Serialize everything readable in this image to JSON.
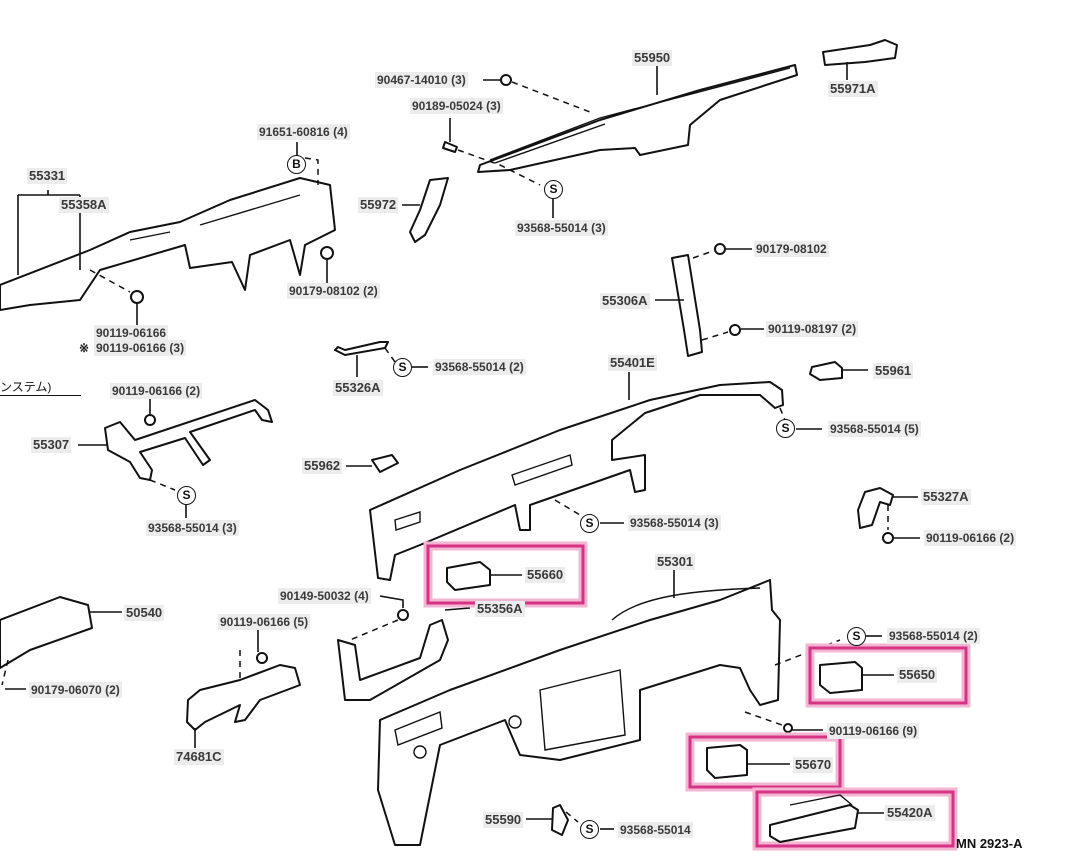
{
  "diagram": {
    "title": "Instrument Panel & Safety Pad Parts",
    "figure_code": "MN 2923-A",
    "note_fragment": "ンステム)",
    "highlight_color": "#d63384",
    "labels": {
      "p55331": "55331",
      "p55358A": "55358A",
      "p91651": "91651-60816 (4)",
      "p90179_08102_2": "90179-08102 (2)",
      "p90119_06166_a": "90119-06166",
      "p90119_06166_3": "90119-06166 (3)",
      "asterisk": "※",
      "p90467": "90467-14010 (3)",
      "p90189": "90189-05024 (3)",
      "p55950": "55950",
      "p55972": "55972",
      "p93568_3_top": "93568-55014 (3)",
      "p55971A": "55971A",
      "p90179_08102": "90179-08102",
      "p55306A": "55306A",
      "p90119_08197": "90119-08197 (2)",
      "p55961": "55961",
      "p55326A": "55326A",
      "p93568_2_mid": "93568-55014 (2)",
      "p55401E": "55401E",
      "p93568_5": "93568-55014 (5)",
      "p90119_06166_2_left": "90119-06166 (2)",
      "p55307": "55307",
      "p93568_3_left": "93568-55014 (3)",
      "p55962": "55962",
      "p93568_3_mid": "93568-55014 (3)",
      "p55327A": "55327A",
      "p90119_06166_2_right": "90119-06166 (2)",
      "p55660": "55660",
      "p55301": "55301",
      "p90149": "90149-50032 (4)",
      "p55356A": "55356A",
      "p50540": "50540",
      "p90119_06166_5": "90119-06166 (5)",
      "p90179_06070": "90179-06070 (2)",
      "p74681C": "74681C",
      "p93568_2_right": "93568-55014 (2)",
      "p55650": "55650",
      "p90119_06166_9": "90119-06166 (9)",
      "p55670": "55670",
      "p55420A": "55420A",
      "p55590": "55590",
      "p93568_bottom": "93568-55014"
    },
    "symbols": {
      "bolt_b": "B",
      "screw_s": "S"
    },
    "highlighted_parts": [
      "55660",
      "55650",
      "55670",
      "55420A"
    ]
  }
}
